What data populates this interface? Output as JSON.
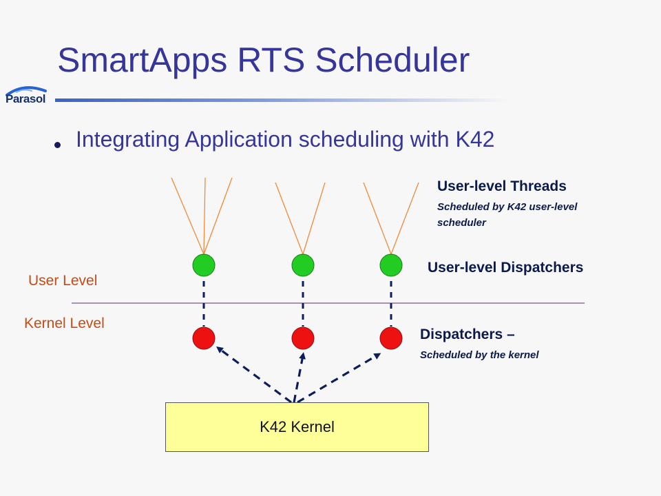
{
  "slide": {
    "title": "SmartApps RTS Scheduler",
    "logo_text": "Parasol",
    "bullet": "Integrating Application scheduling with K42"
  },
  "labels": {
    "threads_title": "User-level Threads",
    "threads_sub_line1": "Scheduled by K42 user-level",
    "threads_sub_line2": "scheduler",
    "user_dispatchers": "User-level Dispatchers",
    "dispatchers_title": "Dispatchers –",
    "dispatchers_sub": "Scheduled by the kernel",
    "user_level": "User Level",
    "kernel_level": "Kernel Level",
    "kernel_box": "K42 Kernel"
  },
  "colors": {
    "title": "#35359a",
    "user_dispatcher": "#22cc22",
    "kernel_dispatcher": "#ee1111",
    "thread_line": "#f08a3a",
    "arrow": "#0d1d5c",
    "level_text": "#c84a14",
    "kernel_box_fill": "#ffff99",
    "level_divider": "#5a2a6a"
  }
}
